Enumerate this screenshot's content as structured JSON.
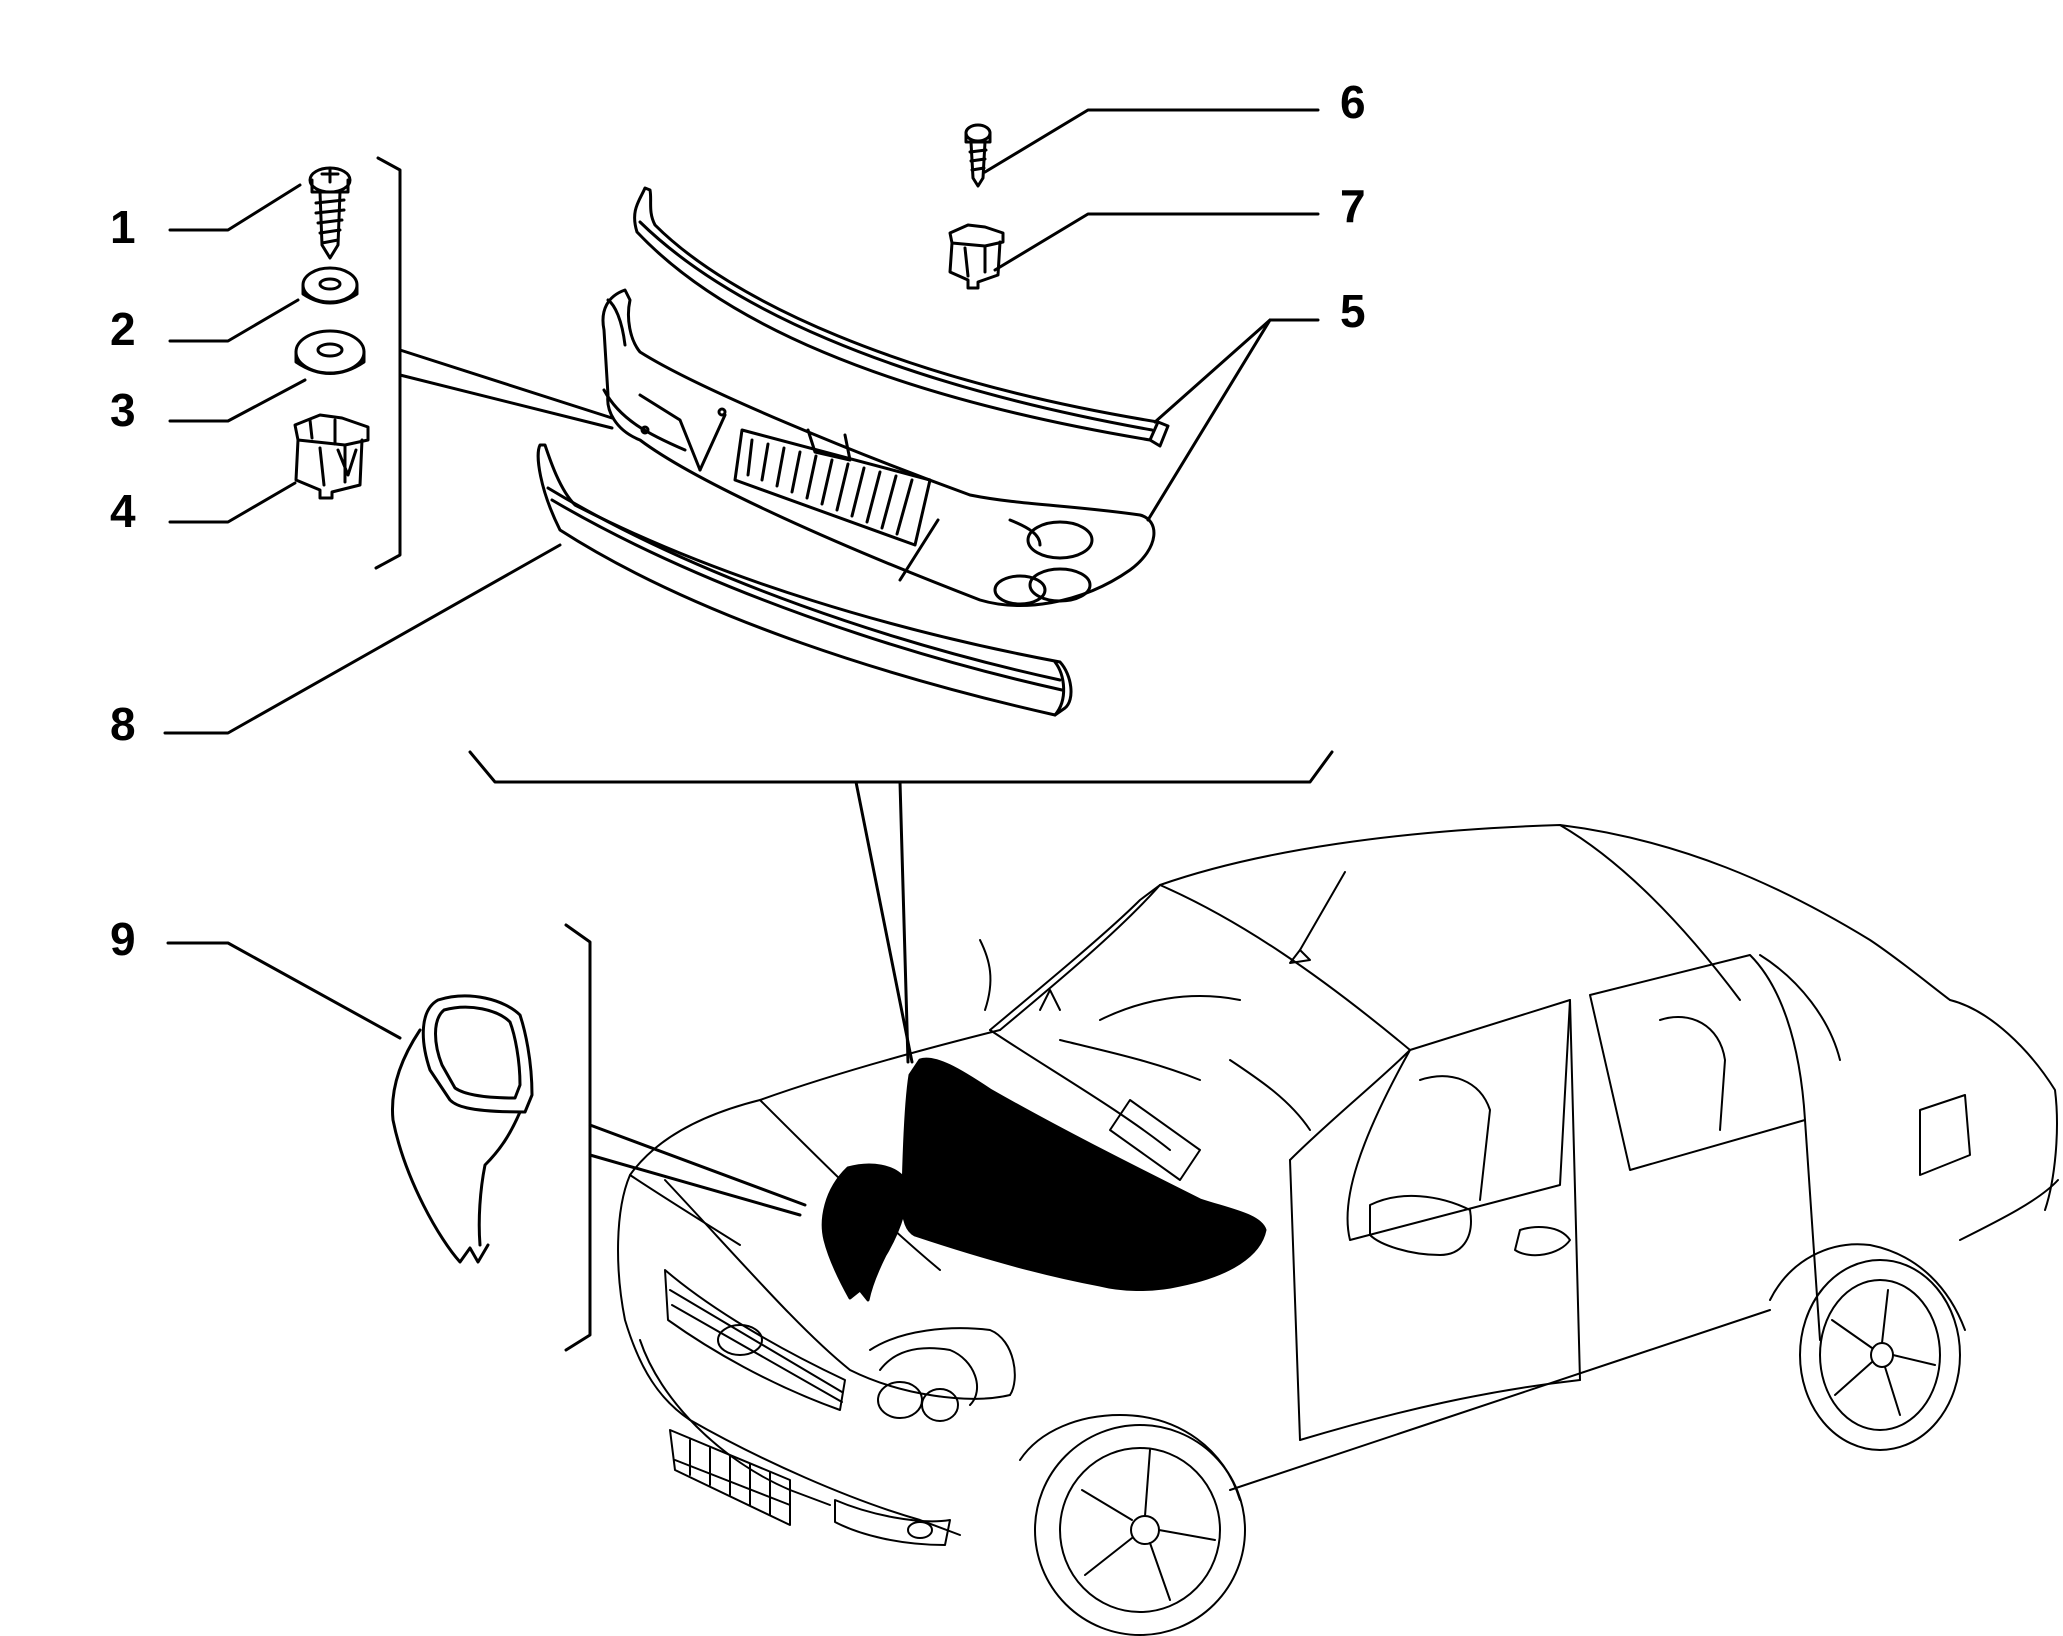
{
  "diagram": {
    "callouts": [
      {
        "id": "1",
        "label": "1"
      },
      {
        "id": "2",
        "label": "2"
      },
      {
        "id": "3",
        "label": "3"
      },
      {
        "id": "4",
        "label": "4"
      },
      {
        "id": "5",
        "label": "5"
      },
      {
        "id": "6",
        "label": "6"
      },
      {
        "id": "7",
        "label": "7"
      },
      {
        "id": "8",
        "label": "8"
      },
      {
        "id": "9",
        "label": "9"
      }
    ],
    "colors": {
      "ink": "#000000",
      "paper": "#ffffff"
    }
  }
}
